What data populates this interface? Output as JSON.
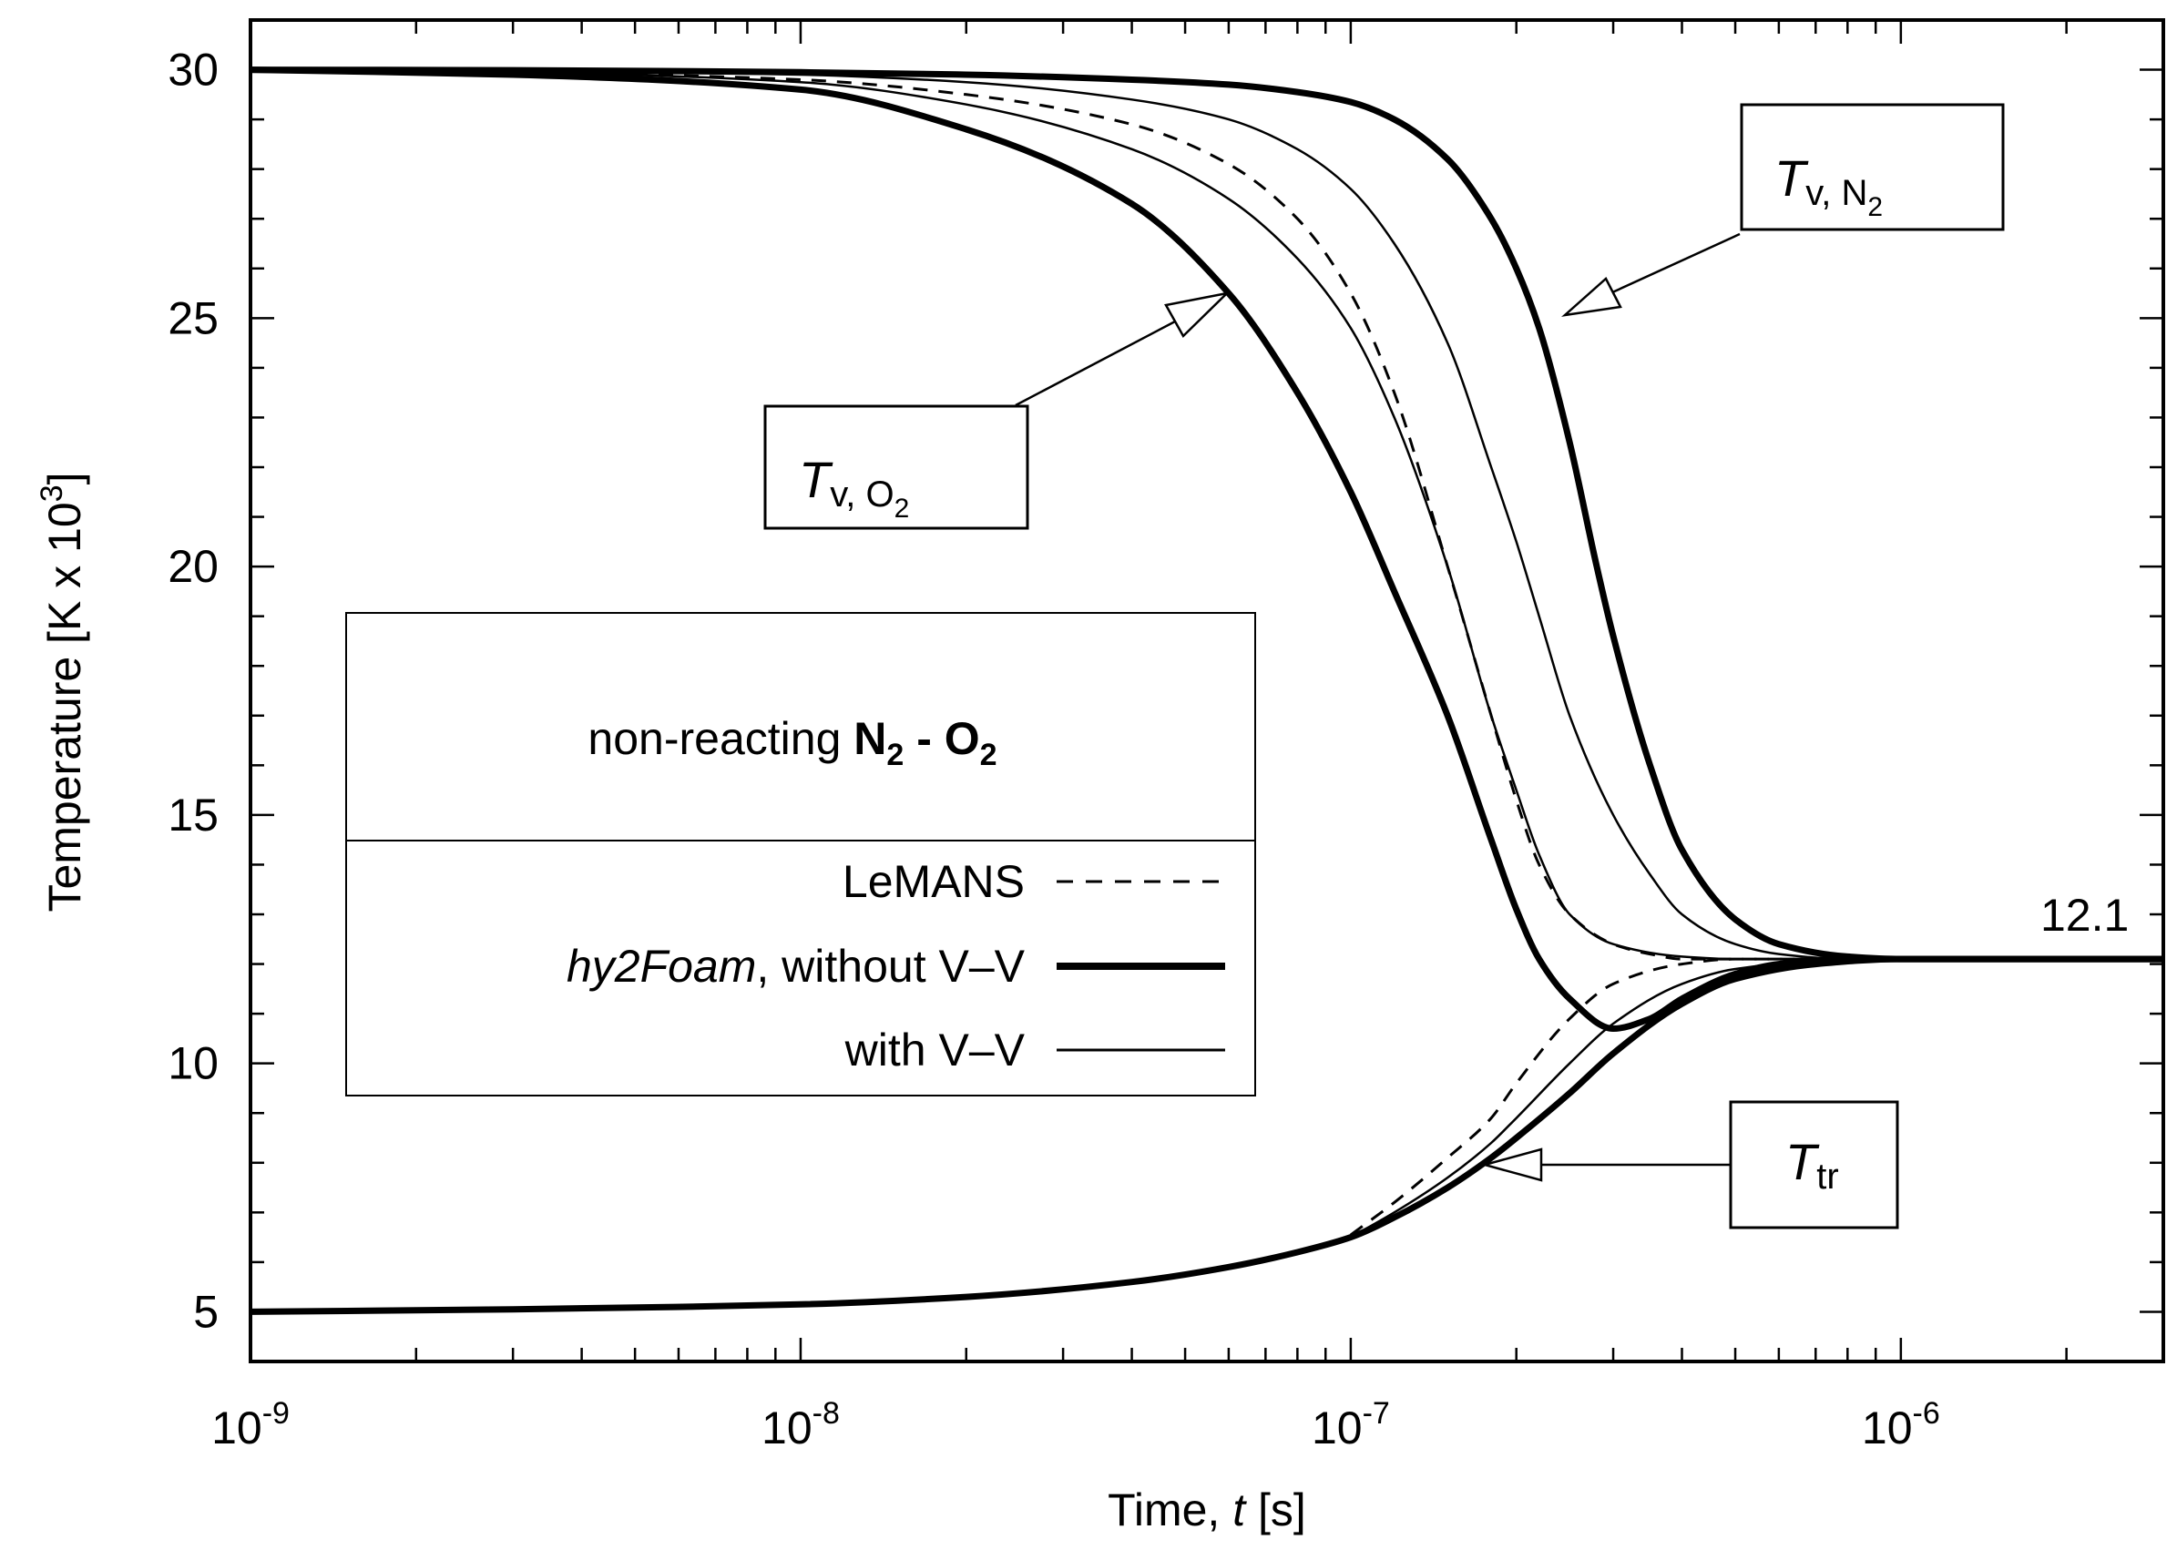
{
  "chart_data": {
    "type": "line",
    "xlabel_prefix": "Time, ",
    "xlabel_var": "t",
    "xlabel_unit": "[s]",
    "ylabel_text": "Temperature  [K x 10",
    "ylabel_exp": "3",
    "ylabel_close": "]",
    "x_scale": "log",
    "xlim": [
      1e-09,
      3e-06
    ],
    "ylim": [
      4,
      31
    ],
    "grid": false,
    "x_ticks": [
      {
        "value": 1e-09,
        "base": "10",
        "exp": "-9"
      },
      {
        "value": 1e-08,
        "base": "10",
        "exp": "-8"
      },
      {
        "value": 1e-07,
        "base": "10",
        "exp": "-7"
      },
      {
        "value": 1e-06,
        "base": "10",
        "exp": "-6"
      }
    ],
    "y_ticks": [
      {
        "value": 5,
        "label": "5"
      },
      {
        "value": 10,
        "label": "10"
      },
      {
        "value": 15,
        "label": "15"
      },
      {
        "value": 20,
        "label": "20"
      },
      {
        "value": 25,
        "label": "25"
      },
      {
        "value": 30,
        "label": "30"
      }
    ],
    "legend": {
      "placement": "center-left",
      "title_text": "non-reacting ",
      "title_n": "N",
      "title_sub1": "2",
      "title_dash": " - O",
      "title_sub2": "2",
      "entries": [
        {
          "label": "LeMANS",
          "style": "dashed"
        },
        {
          "label_italic": "hy2Foam",
          "label_rest": ", without V–V",
          "style": "thick"
        },
        {
          "label": "with V–V",
          "style": "thin"
        }
      ]
    },
    "annotations": {
      "tv_n2": {
        "main": "T",
        "sub": "v, N",
        "subsub": "2"
      },
      "tv_o2": {
        "main": "T",
        "sub": "v, O",
        "subsub": "2"
      },
      "ttr": {
        "main": "T",
        "sub": "tr"
      },
      "final_value": "12.1"
    },
    "series": [
      {
        "style": "thick",
        "x": [
          1e-09,
          3e-09,
          1e-08,
          2e-08,
          4e-08,
          6e-08,
          8e-08,
          1e-07,
          1.2e-07,
          1.5e-07,
          1.8e-07,
          2e-07,
          2.2e-07,
          2.5e-07,
          3e-07,
          3.5e-07,
          4e-07,
          5e-07,
          6e-07,
          8e-07,
          1e-06,
          3e-06
        ],
        "y": [
          30,
          29.9,
          29.6,
          28.8,
          27.3,
          25.5,
          23.5,
          21.5,
          19.5,
          17,
          14.5,
          13.1,
          12.1,
          11.3,
          10.7,
          10.9,
          11.3,
          11.8,
          12.0,
          12.1,
          12.1,
          12.1
        ]
      },
      {
        "style": "thin",
        "x": [
          1e-09,
          3e-09,
          1e-08,
          2e-08,
          4e-08,
          6e-08,
          8e-08,
          1e-07,
          1.2e-07,
          1.5e-07,
          1.8e-07,
          2e-07,
          2.2e-07,
          2.5e-07,
          3e-07,
          4e-07,
          5e-07,
          6e-07,
          1e-06,
          3e-06
        ],
        "y": [
          30,
          29.95,
          29.75,
          29.3,
          28.4,
          27.4,
          26.2,
          24.8,
          23.0,
          20.0,
          17.0,
          15.5,
          14.2,
          13.0,
          12.4,
          12.15,
          12.1,
          12.1,
          12.1,
          12.1
        ]
      },
      {
        "style": "dashed",
        "x": [
          1e-09,
          3e-09,
          1e-08,
          2e-08,
          4e-08,
          6e-08,
          8e-08,
          1e-07,
          1.2e-07,
          1.5e-07,
          1.8e-07,
          2e-07,
          2.2e-07,
          2.5e-07,
          3e-07,
          3.5e-07,
          4e-07,
          5e-07,
          1e-06,
          3e-06
        ],
        "y": [
          30,
          29.95,
          29.8,
          29.5,
          28.9,
          28.1,
          27.0,
          25.5,
          23.5,
          20.0,
          17.0,
          15.3,
          14.0,
          13.0,
          12.4,
          12.2,
          12.1,
          12.1,
          12.1,
          12.1
        ]
      },
      {
        "style": "thin",
        "x": [
          1e-09,
          3e-09,
          1e-08,
          2e-08,
          4e-08,
          6e-08,
          8e-08,
          1e-07,
          1.2e-07,
          1.5e-07,
          1.8e-07,
          2e-07,
          2.2e-07,
          2.5e-07,
          3e-07,
          3.5e-07,
          4e-07,
          5e-07,
          6e-07,
          8e-07,
          1e-06,
          3e-06
        ],
        "y": [
          30,
          29.98,
          29.9,
          29.75,
          29.4,
          29.0,
          28.4,
          27.6,
          26.5,
          24.5,
          22.0,
          20.5,
          19.0,
          17.0,
          15.0,
          13.8,
          13.0,
          12.4,
          12.2,
          12.1,
          12.1,
          12.1
        ]
      },
      {
        "style": "thick",
        "x": [
          1e-09,
          3e-09,
          1e-08,
          2e-08,
          4e-08,
          6e-08,
          8e-08,
          1e-07,
          1.2e-07,
          1.5e-07,
          1.8e-07,
          2e-07,
          2.2e-07,
          2.5e-07,
          2.8e-07,
          3e-07,
          3.5e-07,
          4e-07,
          5e-07,
          6e-07,
          8e-07,
          1e-06,
          3e-06
        ],
        "y": [
          30,
          29.99,
          29.95,
          29.9,
          29.8,
          29.7,
          29.55,
          29.35,
          29.0,
          28.2,
          27.0,
          26.0,
          24.8,
          22.5,
          20.0,
          18.6,
          16.0,
          14.3,
          12.9,
          12.4,
          12.15,
          12.1,
          12.1
        ]
      },
      {
        "style": "thick",
        "x": [
          1e-09,
          3e-09,
          1e-08,
          2e-08,
          4e-08,
          6e-08,
          8e-08,
          1e-07,
          1.2e-07,
          1.5e-07,
          1.8e-07,
          2e-07,
          2.5e-07,
          3e-07,
          4e-07,
          5e-07,
          7e-07,
          1e-06,
          3e-06
        ],
        "y": [
          5,
          5.05,
          5.15,
          5.3,
          5.6,
          5.9,
          6.2,
          6.5,
          6.9,
          7.5,
          8.1,
          8.5,
          9.4,
          10.2,
          11.2,
          11.7,
          12.0,
          12.1,
          12.1
        ]
      },
      {
        "style": "thin",
        "x": [
          1e-07,
          1.2e-07,
          1.5e-07,
          1.8e-07,
          2e-07,
          2.5e-07,
          3e-07,
          4e-07,
          5e-07,
          7e-07,
          1e-06,
          3e-06
        ],
        "y": [
          6.5,
          7.0,
          7.7,
          8.4,
          8.9,
          10.0,
          10.8,
          11.6,
          11.9,
          12.05,
          12.1,
          12.1
        ]
      },
      {
        "style": "dashed",
        "x": [
          1e-07,
          1.2e-07,
          1.5e-07,
          1.8e-07,
          2e-07,
          2.5e-07,
          3e-07,
          4e-07,
          5e-07,
          7e-07,
          1e-06,
          3e-06
        ],
        "y": [
          6.55,
          7.2,
          8.1,
          8.9,
          9.6,
          10.9,
          11.6,
          12.0,
          12.1,
          12.1,
          12.1,
          12.1
        ]
      }
    ]
  }
}
